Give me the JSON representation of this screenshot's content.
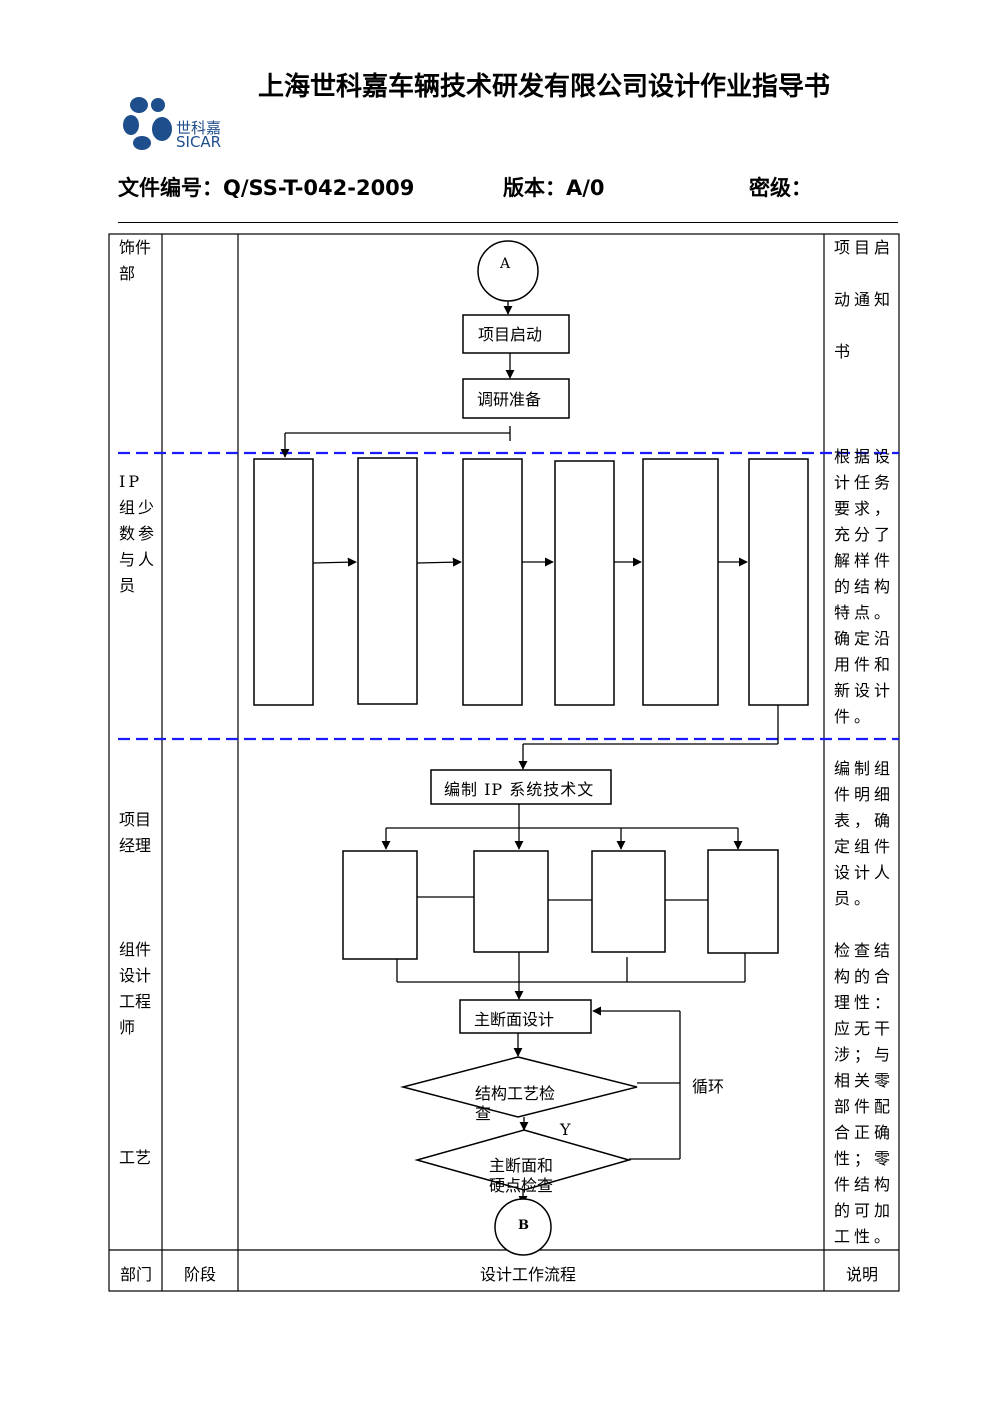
{
  "header": {
    "title": "上海世科嘉车辆技术研发有限公司设计作业指导书",
    "logo_cn": "世科嘉",
    "logo_en": "SICAR",
    "doc_number": "文件编号：Q/SS-T-042-2009",
    "version": "版本：A/0",
    "secret_level": "密级："
  },
  "departments": {
    "trim": [
      "饰件",
      "部"
    ],
    "ip_group": [
      "IP",
      "组少",
      "数参",
      "与人",
      "员"
    ],
    "pm": [
      "项目",
      "经理"
    ],
    "engineer": [
      "组件",
      "设计",
      "工程",
      "师"
    ],
    "process": "工艺"
  },
  "flow": {
    "connector_a": "A",
    "project_start": "项目启动",
    "research_prep": "调研准备",
    "compile_ip": "编制 IP 系统技术文",
    "main_section": "主断面设计",
    "struct_check_line1": "结构工艺检",
    "struct_check_line2": "查",
    "y_label": "Y",
    "loop_label": "循环",
    "hardpoint_line1": "主断面和",
    "hardpoint_line2": "硬点检查",
    "connector_b": "B"
  },
  "notes": {
    "note1": [
      "项目启",
      "",
      "动通知",
      "",
      "书"
    ],
    "note2": [
      "根据设",
      "计任务",
      "要求，",
      "充分了",
      "解样件",
      "的结构",
      "特点。",
      "确定沿",
      "用件和",
      "新设计",
      "件。"
    ],
    "note3": [
      "编制组",
      "件明细",
      "表，确",
      "定组件",
      "设计人",
      "员。",
      "",
      "检查结",
      "构的合",
      "理性：",
      "应无干",
      "涉；与",
      "相关零",
      "部件配",
      "合正确",
      "性；零",
      "件结构",
      "的可加",
      "工性。"
    ]
  },
  "footer": {
    "department": "部门",
    "stage": "阶段",
    "workflow": "设计工作流程",
    "remarks": "说明"
  },
  "colors": {
    "logo_blue": "#1f4e8c",
    "dashed_blue": "#1a1aff"
  }
}
